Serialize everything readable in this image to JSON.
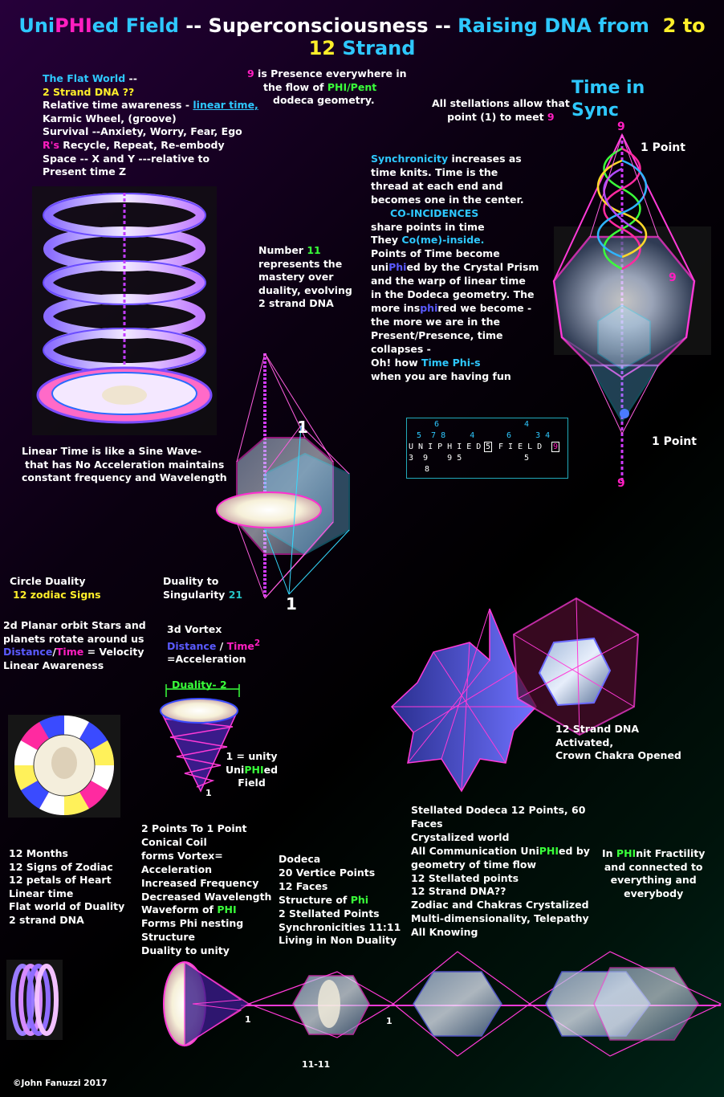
{
  "title": {
    "uni": "Uni",
    "phi": "PHI",
    "rest1": "ed Field",
    "sep1": " -- ",
    "super": "Superconsciousness",
    "sep2": " -- ",
    "raise": "Raising DNA from",
    "nums": "2 to 12",
    "strand": "Strand"
  },
  "flat_world": {
    "l1a": "The Flat  World",
    "l1b": " --",
    "l2": "2 Strand DNA ??",
    "l3a": "Relative time awareness - ",
    "l3b": "linear time,",
    "l4": "Karmic Wheel, (groove)",
    "l5": "Survival --Anxiety, Worry,  Fear, Ego",
    "l6a": "R's",
    "l6b": " Recycle, Repeat, Re-embody",
    "l7": "Space -- X and Y  ---relative to",
    "l8": "Present time  Z"
  },
  "presence": {
    "nine": "9",
    "l1": " is Presence everywhere in",
    "l2a": "the flow of ",
    "l2b": "PHI/Pent",
    "l3": "dodeca geometry."
  },
  "stellations": {
    "l1": "All stellations allow that",
    "l2a": "point (1) to meet ",
    "l2b": "9"
  },
  "time_in_sync": {
    "l1": "Time in",
    "l2": "Sync"
  },
  "labels": {
    "nine": "9",
    "one_point": "1 Point",
    "one": "1",
    "eleven_eleven": "11-11",
    "copyright": "©John Fanuzzi 2017"
  },
  "synchronicity": {
    "l1a": "Synchronicity",
    "l1b": " increases as",
    "l2": "time knits. Time is the",
    "l3": "thread at each end and",
    "l4": "becomes one in the center.",
    "l5": "CO-INCIDENCES",
    "l6": "share points in  time",
    "l7a": "They  ",
    "l7b": "Co(me)-inside.",
    "l8": "Points of Time become",
    "l9a": "uni",
    "l9b": "Phi",
    "l9c": "ed by the Crystal Prism",
    "l10": "and the warp of  linear time",
    "l11": "in the Dodeca geometry. The",
    "l12a": "more ins",
    "l12b": "phi",
    "l12c": "red we become -",
    "l13": "the more we are in the",
    "l14a": "Present/Presence,",
    "l14b": " time",
    "l15": "collapses -",
    "l16a": "Oh! how ",
    "l16b": "Time Phi-s",
    "l17": "when you are having fun"
  },
  "number11": {
    "l1a": "Number ",
    "l1b": "11",
    "l2": "represents the",
    "l3": "mastery over",
    "l4": "duality, evolving",
    "l5": "2 strand DNA"
  },
  "code_box": {
    "top1": "6",
    "top2": "4",
    "mid1": "5  7 8     4",
    "mid2": "6     3 4",
    "letters": "U N I P H I E D",
    "box1": "5",
    "letters2": "F I E L D",
    "box2": "9",
    "bot1": "3  9    9 5",
    "bot2": "5",
    "last": "8"
  },
  "sine_wave": {
    "l1": "Linear Time is like a Sine Wave-",
    "l2": "that has  No Acceleration maintains",
    "l3": "constant frequency and Wavelength"
  },
  "circle_duality": {
    "l1": "Circle Duality",
    "l2": "12 zodiac Signs"
  },
  "duality_singularity": {
    "l1": "Duality to",
    "l2a": "Singularity ",
    "l2b": "21"
  },
  "planar": {
    "l1": "2d Planar orbit Stars and",
    "l2": "planets rotate around us",
    "l3a": "Distance",
    "l3b": "/",
    "l3c": "Time",
    "l3d": " = Velocity",
    "l4": "Linear Awareness"
  },
  "vortex": {
    "l1": "3d Vortex",
    "l2a": "Distance",
    "l2b": " / ",
    "l2c": "Time",
    "sup": "2",
    "l3": "=Acceleration"
  },
  "duality2": "Duality- 2",
  "unity": {
    "l1": "1 = unity",
    "l2a": "Uni",
    "l2b": "PHI",
    "l2c": "ed",
    "l3": "Field"
  },
  "dna12": {
    "l1": "12 Strand DNA",
    "l2": "Activated,",
    "l3": "Crown Chakra Opened"
  },
  "months": {
    "l1": "12 Months",
    "l2": "12 Signs of Zodiac",
    "l3": "12 petals of  Heart",
    "l4": "Linear time",
    "l5": "Flat world of Duality",
    "l6": "2 strand DNA"
  },
  "two_points": {
    "l1": "2 Points To 1 Point",
    "l2": "Conical Coil",
    "l3": "forms Vortex=",
    "l4": "Acceleration",
    "l5": "Increased Frequency",
    "l6": "Decreased Wavelength",
    "l7a": "Waveform of ",
    "l7b": "PHI",
    "l8": "Forms Phi nesting",
    "l9": "Structure",
    "l10": "Duality to unity"
  },
  "dodeca": {
    "l1": "Dodeca",
    "l2": "20 Vertice Points",
    "l3": "12 Faces",
    "l4a": "Structure of ",
    "l4b": "Phi",
    "l5": "2 Stellated Points",
    "l6": "Synchronicities 11:11",
    "l7": "Living in Non Duality"
  },
  "stellated": {
    "l1": "Stellated Dodeca 12 Points, 60",
    "l2": "Faces",
    "l3": "Crystalized world",
    "l4a": "All Communication Uni",
    "l4b": "PHI",
    "l4c": "ed by",
    "l5": "geometry of time flow",
    "l6": "12 Stellated points",
    "l7": "12 Strand DNA??",
    "l8": "Zodiac and Chakras Crystalized",
    "l9": "Multi-dimensionality, Telepathy",
    "l10": "All Knowing"
  },
  "fractility": {
    "l1a": "In ",
    "l1b": "PHI",
    "l1c": "nit Fractility",
    "l2": "and connected  to",
    "l3": "everything and",
    "l4": "everybody"
  },
  "colors": {
    "cyan": "#2ec8ff",
    "magenta": "#ff1ec0",
    "green": "#39ff3a",
    "yellow": "#ffef2a",
    "blue": "#5a5aff"
  }
}
